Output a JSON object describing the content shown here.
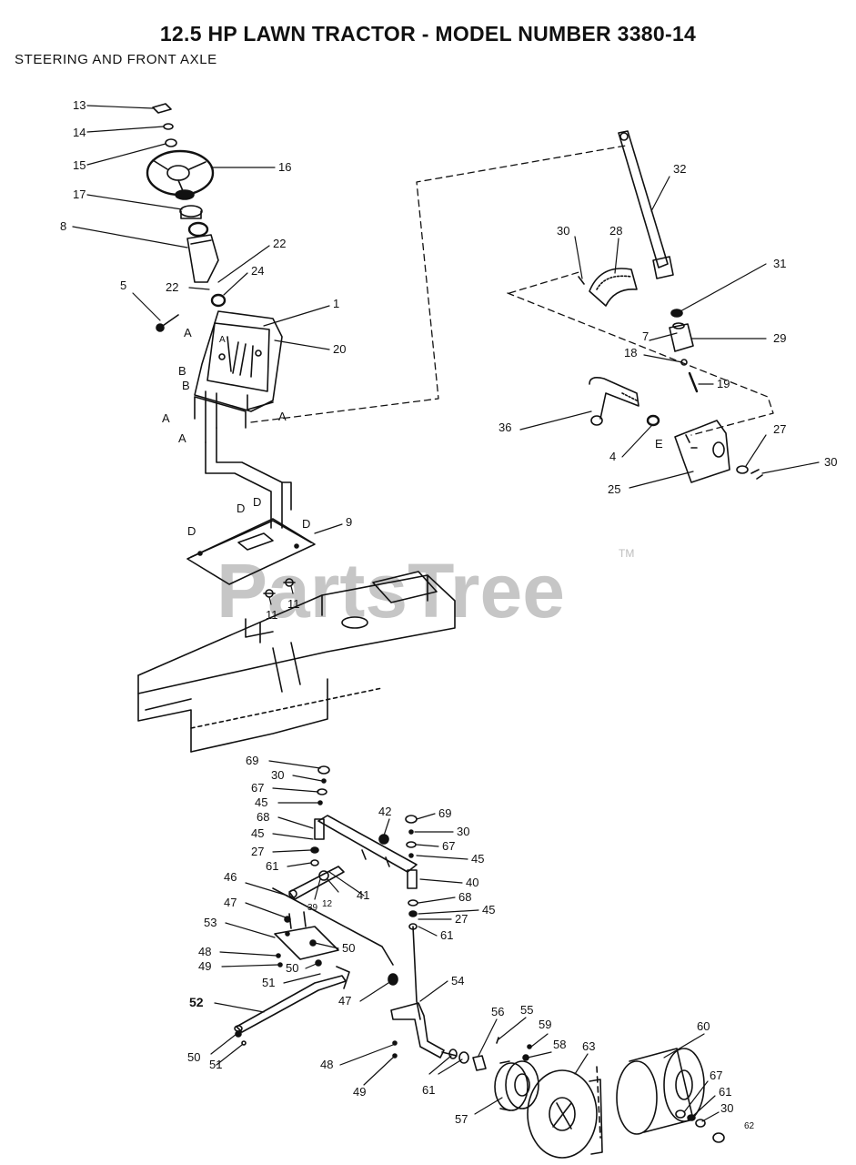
{
  "title": "12.5 HP LAWN TRACTOR - MODEL NUMBER 3380-14",
  "subtitle": "STEERING AND FRONT AXLE",
  "watermark": {
    "text": "PartsTree",
    "tm": "TM",
    "color": "#bdbdbd"
  },
  "line_color": "#111111",
  "callouts": {
    "c13": "13",
    "c14": "14",
    "c15": "15",
    "c16": "16",
    "c17": "17",
    "c8": "8",
    "c22a": "22",
    "c22b": "22",
    "c24": "24",
    "c5": "5",
    "c1": "1",
    "c20": "20",
    "cA1": "A",
    "cB1": "B",
    "cB2": "B",
    "cA2": "A",
    "cA3": "A",
    "cA4": "A",
    "cA5": "A",
    "cD1": "D",
    "cD2": "D",
    "cD3": "D",
    "cD4": "D",
    "c9": "9",
    "c11a": "11",
    "c11b": "11",
    "c32": "32",
    "c30a": "30",
    "c28": "28",
    "c31": "31",
    "c7": "7",
    "c29": "29",
    "c18": "18",
    "c19": "19",
    "c36": "36",
    "c4": "4",
    "cE": "E",
    "c27a": "27",
    "c30b": "30",
    "c25": "25",
    "c69a": "69",
    "c30c": "30",
    "c67a": "67",
    "c45a": "45",
    "c68a": "68",
    "c45b": "45",
    "c27b": "27",
    "c61a": "61",
    "c42": "42",
    "c69b": "69",
    "c30d": "30",
    "c67b": "67",
    "c45c": "45",
    "c40": "40",
    "c68b": "68",
    "c45d": "45",
    "c27c": "27",
    "c61b": "61",
    "c46": "46",
    "c39": "39",
    "c12": "12",
    "c41": "41",
    "c47a": "47",
    "c53": "53",
    "c50a": "50",
    "c48a": "48",
    "c49a": "49",
    "c50b": "50",
    "c51a": "51",
    "c52": "52",
    "c47b": "47",
    "c54": "54",
    "c50c": "50",
    "c51b": "51",
    "c48b": "48",
    "c49b": "49",
    "c61c": "61",
    "c56": "56",
    "c55": "55",
    "c59": "59",
    "c58": "58",
    "c63": "63",
    "c60": "60",
    "c57": "57",
    "c67c": "67",
    "c61d": "61",
    "c30e": "30",
    "c62": "62"
  }
}
